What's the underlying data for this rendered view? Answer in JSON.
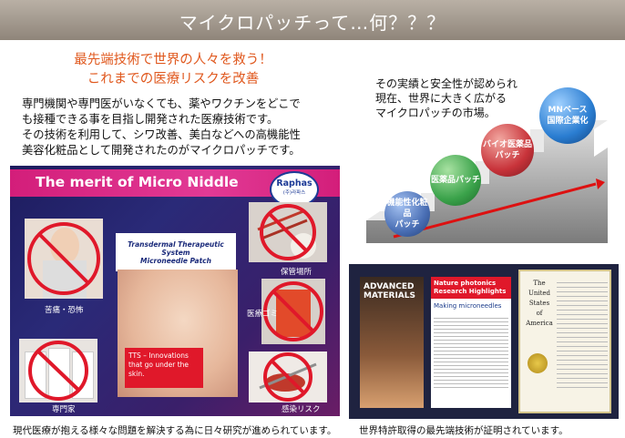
{
  "banner": {
    "title": "マイクロパッチって…何？？？"
  },
  "headline": {
    "line1": "最先端技術で世界の人々を救う！",
    "line2": "これまでの医療リスクを改善"
  },
  "intro": {
    "lines": [
      "専門機関や専門医がいなくても、薬やワクチンをどこで",
      "も接種できる事を目指し開発された医療技術です。",
      "その技術を利用して、シワ改善、美白などへの高機能性",
      "美容化粧品として開発されたのがマイクロパッチです。"
    ]
  },
  "merit_panel": {
    "title": "The merit of Micro Niddle",
    "logo_name": "Raphas",
    "logo_sub": "(주)라파스",
    "tts_line1": "Transdermal Therapeutic System",
    "tts_line2": "Microneedle Patch",
    "tts_red_line1": "TTS – Innovations",
    "tts_red_line2": "that go under the skin.",
    "captions": {
      "pain": "苦痛・恐怖",
      "storage": "保管場所",
      "waste": "医療ゴミ",
      "specialist": "専門家",
      "infection": "感染リスク"
    }
  },
  "market": {
    "lines": [
      "その実績と安全性が認められ",
      "現在、世界に大きく広がる",
      "マイクロパッチの市場。"
    ],
    "steps": [
      {
        "label1": "機能性化粧品",
        "label2": "パッチ",
        "color": "#4a6fb5"
      },
      {
        "label1": "医薬品パッチ",
        "label2": "",
        "color": "#3aa24a"
      },
      {
        "label1": "バイオ医薬品",
        "label2": "パッチ",
        "color": "#c8333a"
      },
      {
        "label1": "MNベース",
        "label2": "国際企業化",
        "color": "#2a7dd1"
      }
    ]
  },
  "patent": {
    "journal": "ADVANCED MATERIALS",
    "nature_line1": "Nature photonics",
    "nature_line2": "Research Highlights",
    "article": "Making microneedles",
    "cert_line1": "The",
    "cert_line2": "United",
    "cert_line3": "States",
    "cert_line4": "of",
    "cert_line5": "America"
  },
  "footer": {
    "left": "現代医療が抱える様々な問題を解決する為に日々研究が進められています。",
    "right": "世界特許取得の最先端技術が証明されています。"
  }
}
